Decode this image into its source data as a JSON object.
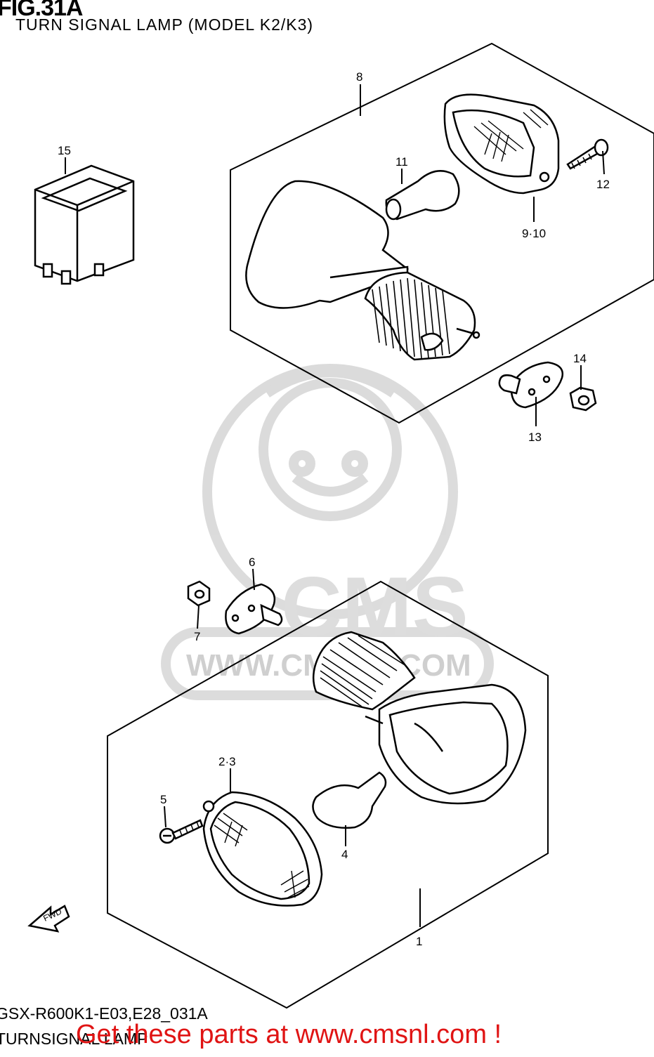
{
  "figure": {
    "number": "FIG.31A",
    "title": "TURN SIGNAL LAMP (MODEL K2/K3)"
  },
  "watermark": {
    "text": "CMS",
    "url": "WWW.CMSNL.COM"
  },
  "parts": {
    "p1": "1",
    "p2_3": "2·3",
    "p4": "4",
    "p5": "5",
    "p6": "6",
    "p7": "7",
    "p8": "8",
    "p9_10": "9·10",
    "p11": "11",
    "p12": "12",
    "p13": "13",
    "p14": "14",
    "p15": "15"
  },
  "direction": {
    "label": "FWD"
  },
  "footer": {
    "code": "GSX-R600K1-E03,E28_031A",
    "name": "TURNSIGNAL LAMP"
  },
  "promo": {
    "text": "Get these parts at www.cmsnl.com !"
  },
  "colors": {
    "ink": "#000000",
    "watermark": "#d8d8d8",
    "promo": "#e01414"
  },
  "icons": {
    "relay": "relay-icon",
    "lamp": "turn-signal-lamp-icon",
    "bulb": "bulb-icon",
    "screw": "screw-icon",
    "nut": "nut-icon",
    "plate": "mounting-plate-icon",
    "arrow": "fwd-arrow-icon"
  }
}
